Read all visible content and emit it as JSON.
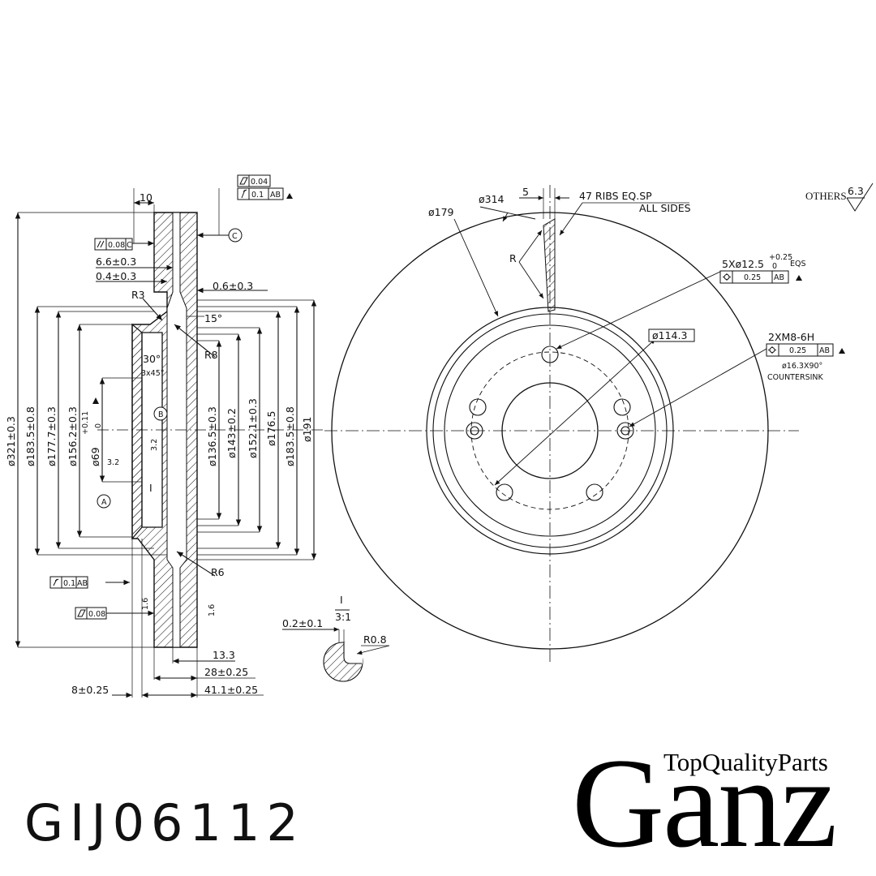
{
  "drawing": {
    "finish": {
      "label": "OTHERS",
      "value": "6.3"
    },
    "section": {
      "tol_flat": "0.04",
      "tol_runout_top": "0.1",
      "tol_runout_top_ref": "AB",
      "tol_parallel": "0.08",
      "tol_parallel_ref": "C",
      "datum_a": "A",
      "datum_b": "B",
      "datum_c": "C",
      "dim_10": "10",
      "dim_6_6": "6.6±0.3",
      "dim_0_4": "0.4±0.3",
      "dim_0_6": "0.6±0.3",
      "r3": "R3",
      "r8": "R8",
      "r6": "R6",
      "angle_15": "15°",
      "angle_30": "30°",
      "chamfer": "3x45°",
      "rough_3_2a": "3.2",
      "rough_3_2b": "3.2",
      "rough_1_6a": "1.6",
      "rough_1_6b": "1.6",
      "detail_ref": "I",
      "d321": "ø321±0.3",
      "d183_5_left": "ø183.5±0.8",
      "d177_7": "ø177.7±0.3",
      "d156_2": "ø156.2±0.3",
      "d69_base": "ø69",
      "d69_tol_up": "+0.11",
      "d69_tol_low": "0",
      "d136_5": "ø136.5±0.3",
      "d143": "ø143±0.2",
      "d152_1": "ø152.1±0.3",
      "d176_5": "ø176.5",
      "d183_5_right": "ø183.5±0.8",
      "d191": "ø191",
      "tol_runout_bottom": "0.1",
      "tol_runout_bottom_ref": "AB",
      "tol_flat_bottom": "0.08",
      "dim_13_3": "13.3",
      "dim_28": "28±0.25",
      "dim_8": "8±0.25",
      "dim_41_1": "41.1±0.25"
    },
    "detail": {
      "label": "I",
      "scale": "3:1",
      "dim_0_2": "0.2±0.1",
      "r0_8": "R0.8"
    },
    "front": {
      "d314": "ø314",
      "d179": "ø179",
      "dim_5": "5",
      "ribs": "47 RIBS EQ.SP",
      "all_sides": "ALL SIDES",
      "r_label": "R",
      "holes_base": "5Xø12.5",
      "holes_tol_up": "+0.25",
      "holes_tol_low": "0",
      "holes_eqs": "EQS",
      "holes_pos": "0.25",
      "holes_ref": "AB",
      "pcd": "ø114.3",
      "thread": "2XM8-6H",
      "thread_pos": "0.25",
      "thread_ref": "AB",
      "countersink_dim": "ø16.3X90°",
      "countersink": "COUNTERSINK"
    }
  },
  "part_number": "GIJ06112",
  "brand": {
    "tagline": "TopQualityParts",
    "name": "Ganz"
  }
}
